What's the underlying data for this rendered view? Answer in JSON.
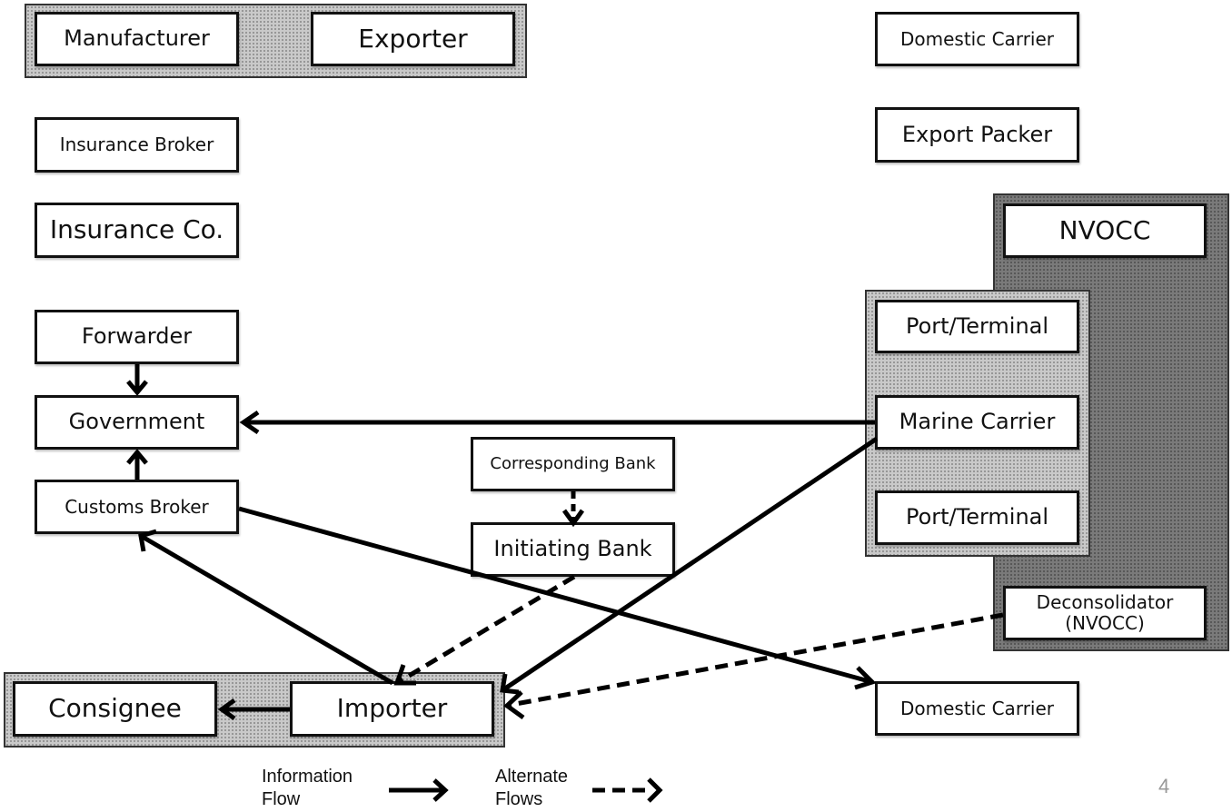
{
  "diagram": {
    "groups": {
      "origin": "Manufacturer / Exporter group",
      "destination": "Consignee / Importer group",
      "nvocc": "NVOCC group",
      "port": "Port / Marine group"
    },
    "nodes": {
      "manufacturer": "Manufacturer",
      "exporter": "Exporter",
      "domestic_carrier_top": "Domestic Carrier",
      "export_packer": "Export Packer",
      "insurance_broker": "Insurance Broker",
      "insurance_co": "Insurance Co.",
      "nvocc": "NVOCC",
      "port_terminal_top": "Port/Terminal",
      "marine_carrier": "Marine Carrier",
      "port_terminal_bottom": "Port/Terminal",
      "forwarder": "Forwarder",
      "government": "Government",
      "customs_broker": "Customs Broker",
      "corresponding_bank": "Corresponding Bank",
      "initiating_bank": "Initiating Bank",
      "deconsolidator_line1": "Deconsolidator",
      "deconsolidator_line2": "(NVOCC)",
      "consignee": "Consignee",
      "importer": "Importer",
      "domestic_carrier_bottom": "Domestic Carrier"
    },
    "edges": [
      {
        "from": "Forwarder",
        "to": "Government",
        "style": "solid"
      },
      {
        "from": "Customs Broker",
        "to": "Government",
        "style": "solid"
      },
      {
        "from": "Marine Carrier",
        "to": "Government",
        "style": "solid"
      },
      {
        "from": "Marine Carrier",
        "to": "Importer",
        "style": "solid"
      },
      {
        "from": "Importer",
        "to": "Customs Broker",
        "style": "solid"
      },
      {
        "from": "Customs Broker",
        "to": "Domestic Carrier",
        "style": "solid"
      },
      {
        "from": "Importer",
        "to": "Consignee",
        "style": "solid"
      },
      {
        "from": "Corresponding Bank",
        "to": "Initiating Bank",
        "style": "dashed"
      },
      {
        "from": "Initiating Bank",
        "to": "Importer",
        "style": "dashed"
      },
      {
        "from": "Deconsolidator (NVOCC)",
        "to": "Importer",
        "style": "dashed"
      }
    ],
    "legend": {
      "solid_line1": "Information",
      "solid_line2": "Flow",
      "dashed_line1": "Alternate",
      "dashed_line2": "Flows"
    },
    "page_number": "4"
  }
}
